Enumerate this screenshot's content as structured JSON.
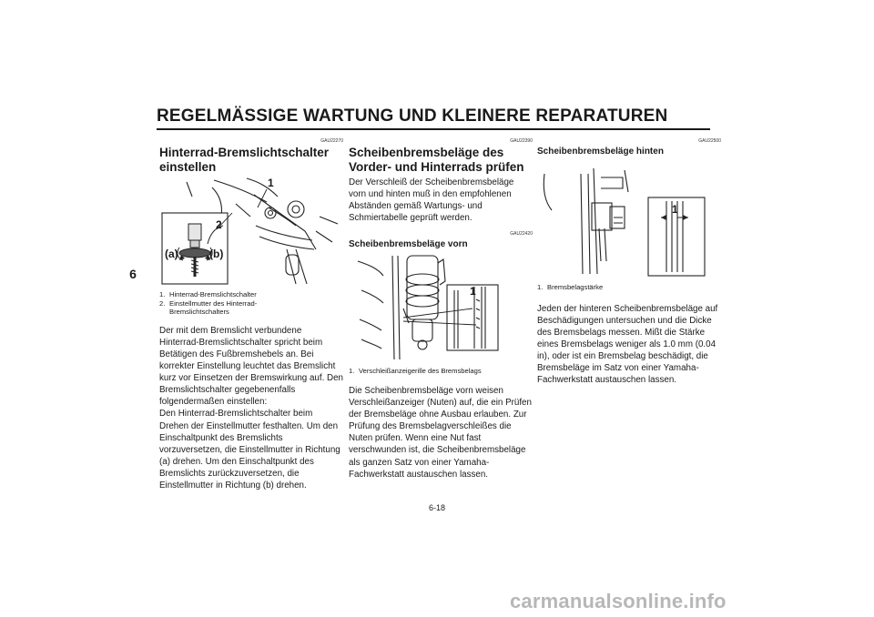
{
  "header": {
    "title": "REGELMÄSSIGE WARTUNG UND KLEINERE REPARATUREN"
  },
  "chapter_tab": "6",
  "page_number": "6-18",
  "watermark": "carmanualsonline.info",
  "col1": {
    "code": "GAU22270",
    "heading": "Hinterrad-Bremslichtschalter einstellen",
    "fig_labels": {
      "n1": "1",
      "n2": "2",
      "a": "(a)",
      "b": "(b)"
    },
    "captions": [
      {
        "num": "1.",
        "text": "Hinterrad-Bremslichtschalter"
      },
      {
        "num": "2.",
        "text": "Einstellmutter des Hinterrad-Bremslichtschalters"
      }
    ],
    "body": "Der mit dem Bremslicht verbundene Hinterrad-Bremslichtschalter spricht beim Betätigen des Fußbremshebels an. Bei korrekter Einstellung leuchtet das Bremslicht kurz vor Einsetzen der Bremswirkung auf. Den Bremslichtschalter gegebenenfalls folgendermaßen einstellen:",
    "body2": "Den Hinterrad-Bremslichtschalter beim Drehen der Einstellmutter festhalten. Um den Einschaltpunkt des Bremslichts vorzuversetzen, die Einstellmutter in Richtung (a) drehen. Um den Einschaltpunkt des Bremslichts zurückzuversetzen, die Einstellmutter in Richtung (b) drehen."
  },
  "col2": {
    "code": "GAU22390",
    "heading": "Scheibenbremsbeläge des Vorder- und Hinterrads prüfen",
    "intro": "Der Verschleiß der Scheibenbremsbeläge vorn und hinten muß in den empfohlenen Abständen gemäß Wartungs- und Schmiertabelle geprüft werden.",
    "sub_code": "GAU22420",
    "sub_heading": "Scheibenbremsbeläge vorn",
    "fig_labels": {
      "n1": "1"
    },
    "captions": [
      {
        "num": "1.",
        "text": "Verschleißanzeigerille des Bremsbelags"
      }
    ],
    "body": "Die Scheibenbremsbeläge vorn weisen Verschleißanzeiger (Nuten) auf, die ein Prüfen der Bremsbeläge ohne Ausbau erlauben. Zur Prüfung des Bremsbelagverschleißes die Nuten prüfen. Wenn eine Nut fast verschwunden ist, die Scheibenbremsbeläge als ganzen Satz von einer Yamaha-Fachwerkstatt austauschen lassen."
  },
  "col3": {
    "code": "GAU22500",
    "heading": "Scheibenbremsbeläge hinten",
    "fig_labels": {
      "n1": "1"
    },
    "captions": [
      {
        "num": "1.",
        "text": "Bremsbelagstärke"
      }
    ],
    "body": "Jeden der hinteren Scheibenbremsbeläge auf Beschädigungen untersuchen und die Dicke des Bremsbelags messen. Mißt die Stärke eines Bremsbelags weniger als 1.0 mm (0.04 in), oder ist ein Bremsbelag beschädigt, die Bremsbeläge im Satz von einer Yamaha-Fachwerkstatt austauschen lassen."
  }
}
